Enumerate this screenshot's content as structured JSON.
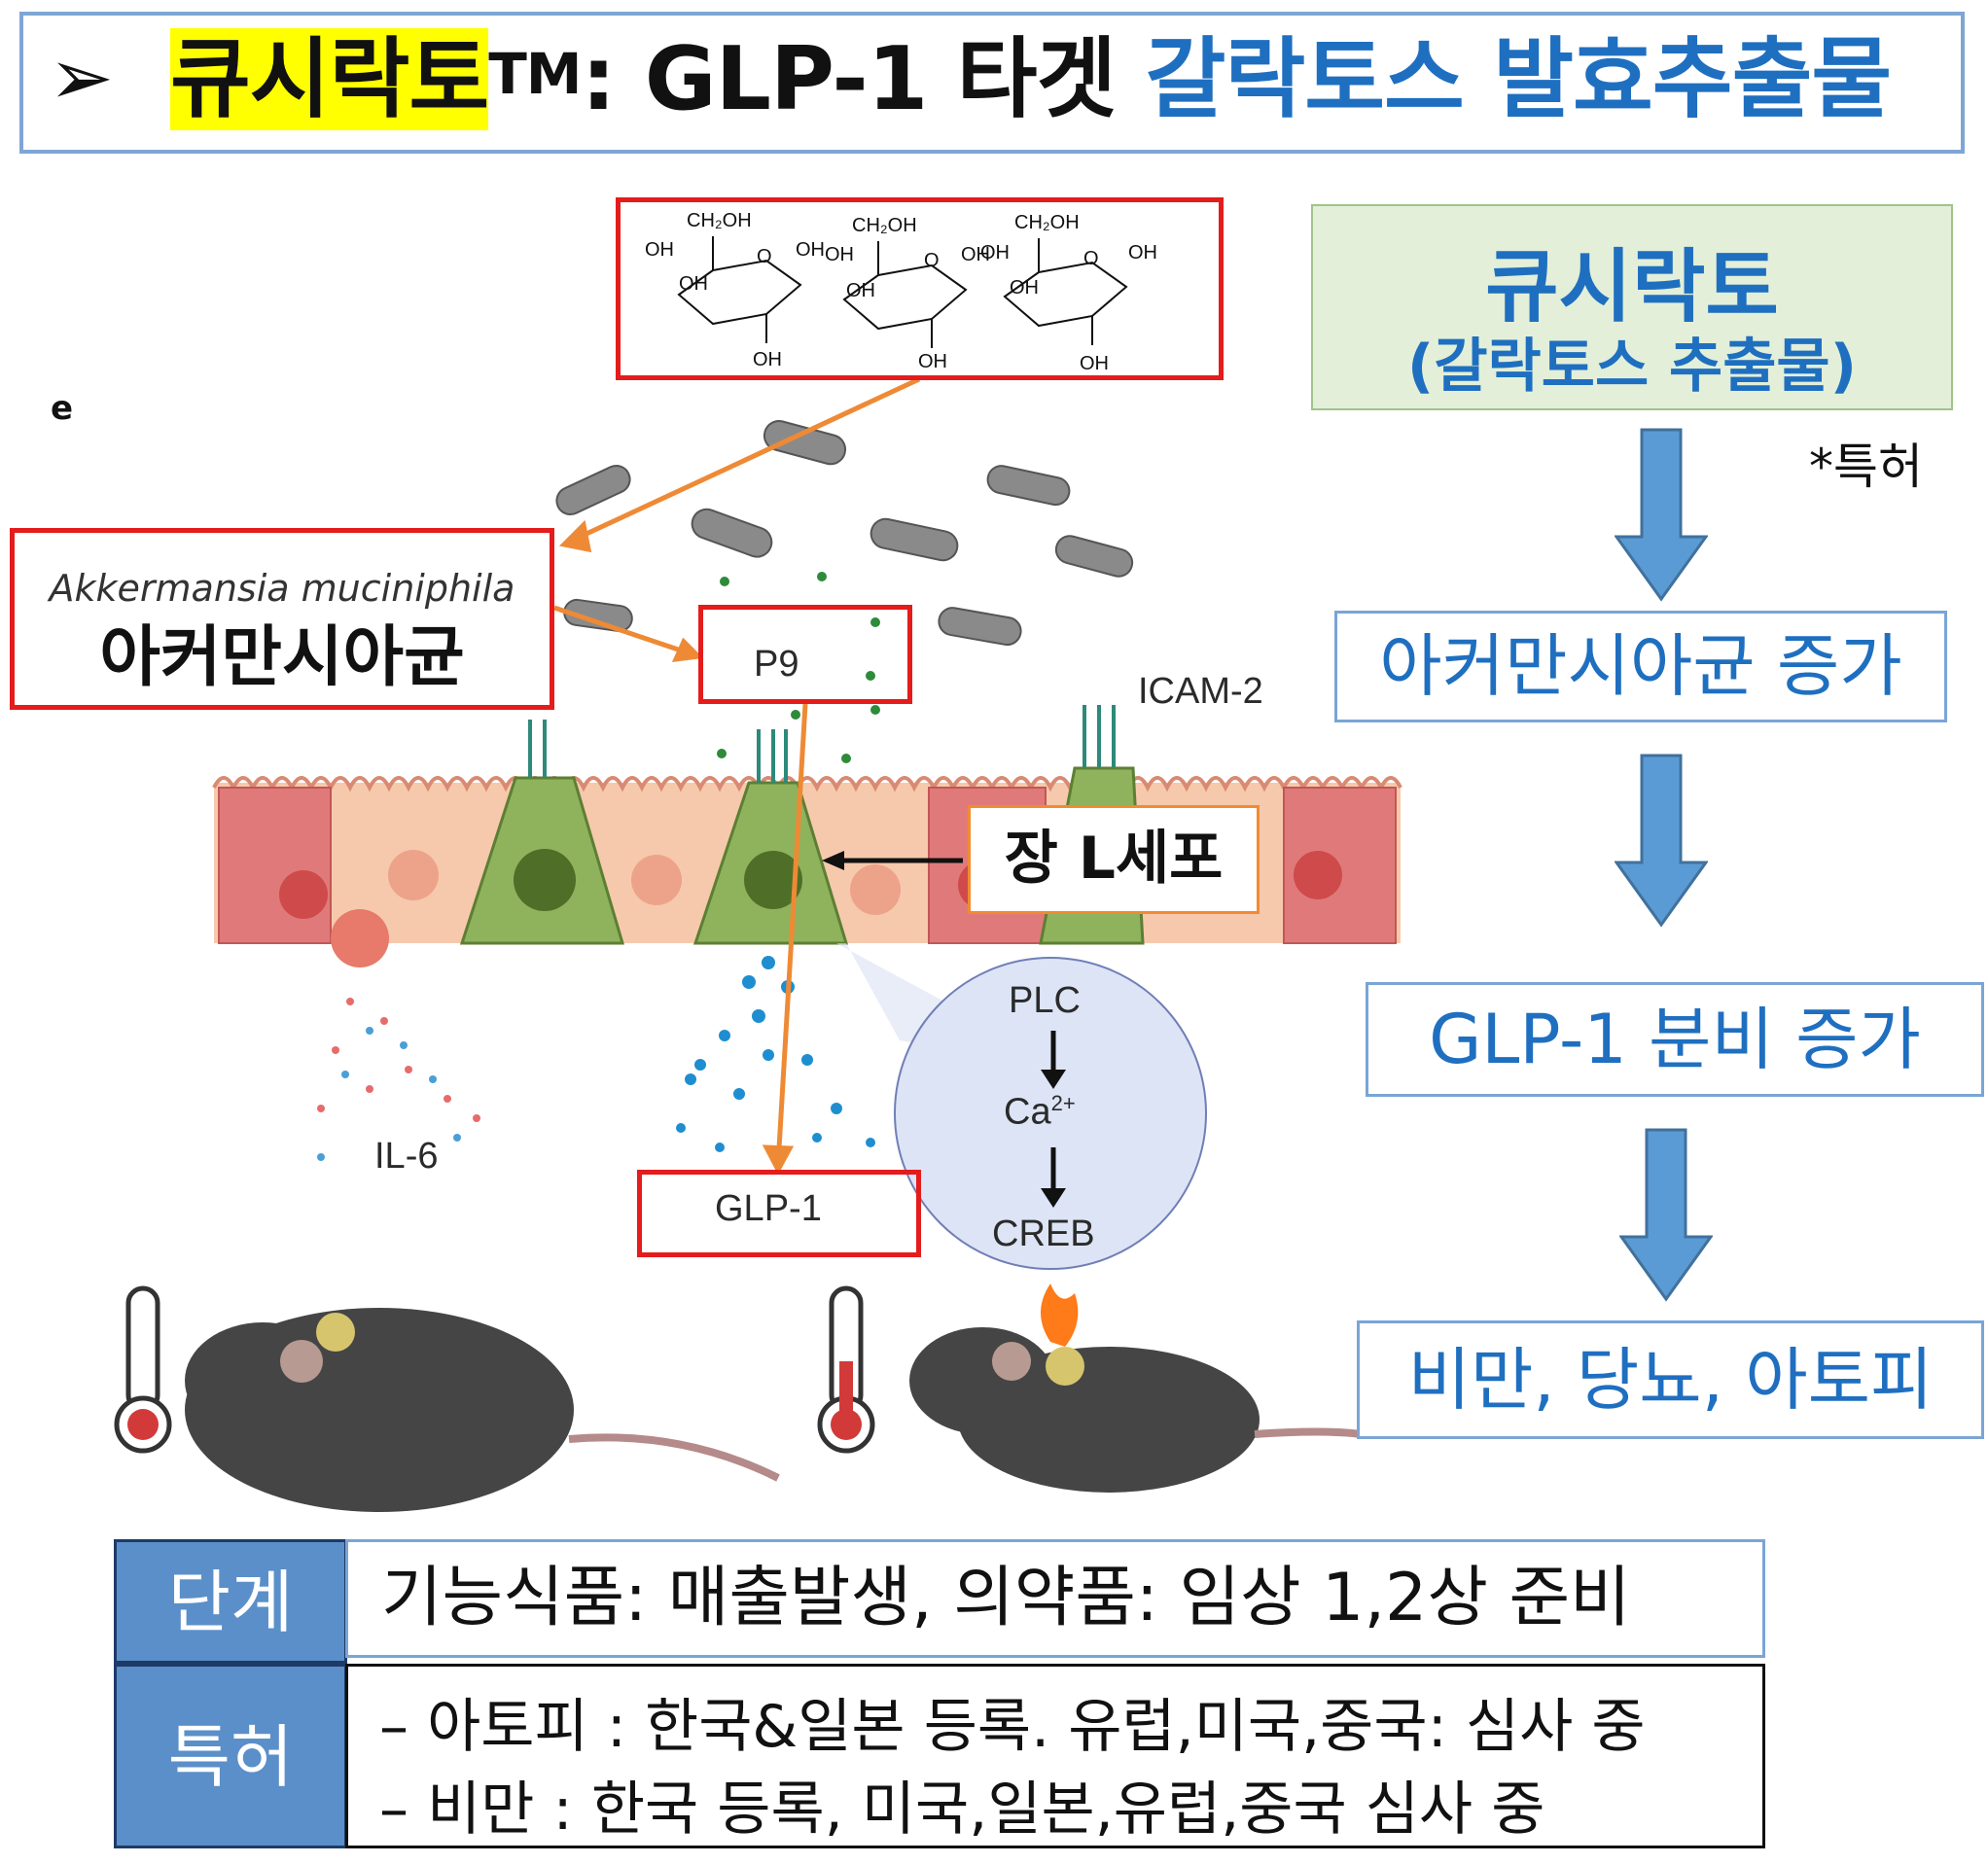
{
  "title": {
    "arrow": "➢",
    "brand": "큐시락토",
    "trademark": "TM",
    "rest": ": GLP-1 타겟 ",
    "blue_part": "갈락토스 발효추출물"
  },
  "diagram": {
    "panel_letter": "e",
    "bacteria_latin": "Akkermansia muciniphila",
    "bacteria_korean": "아커만시아균",
    "p9": "P9",
    "icam": "ICAM-2",
    "il6": "IL-6",
    "glp1": "GLP-1",
    "lcell": "장 L세포",
    "plc": "PLC",
    "ca": "Ca",
    "ca_charge": "2+",
    "creb": "CREB",
    "sugar_labels": {
      "ch2oh": "CH₂OH",
      "oh": "OH",
      "o": "O"
    }
  },
  "flow": {
    "top_title": "큐시락토",
    "top_sub": "(갈락토스 추출물)",
    "patent_note": "*특허",
    "step2": "아커만시아균 증가",
    "step3": "GLP-1 분비 증가",
    "step4": "비만, 당뇨, 아토피"
  },
  "table": {
    "stage_label": "단계",
    "stage_value": "기능식품: 매출발생, 의약품: 임상 1,2상 준비",
    "patent_label": "특허",
    "patent_lines": [
      "–  아토피 : 한국&일본 등록.  유럽,미국,중국: 심사 중",
      "–  비만 : 한국 등록,  미국,일본,유럽,중국 심사 중"
    ]
  },
  "colors": {
    "accent_blue": "#1f6fc0",
    "highlight": "#ffff00",
    "red_box": "#e41c1c",
    "orange_arrow": "#f28b30",
    "flow_arrow": "#5b9bd5",
    "table_head": "#5b8fc9"
  }
}
